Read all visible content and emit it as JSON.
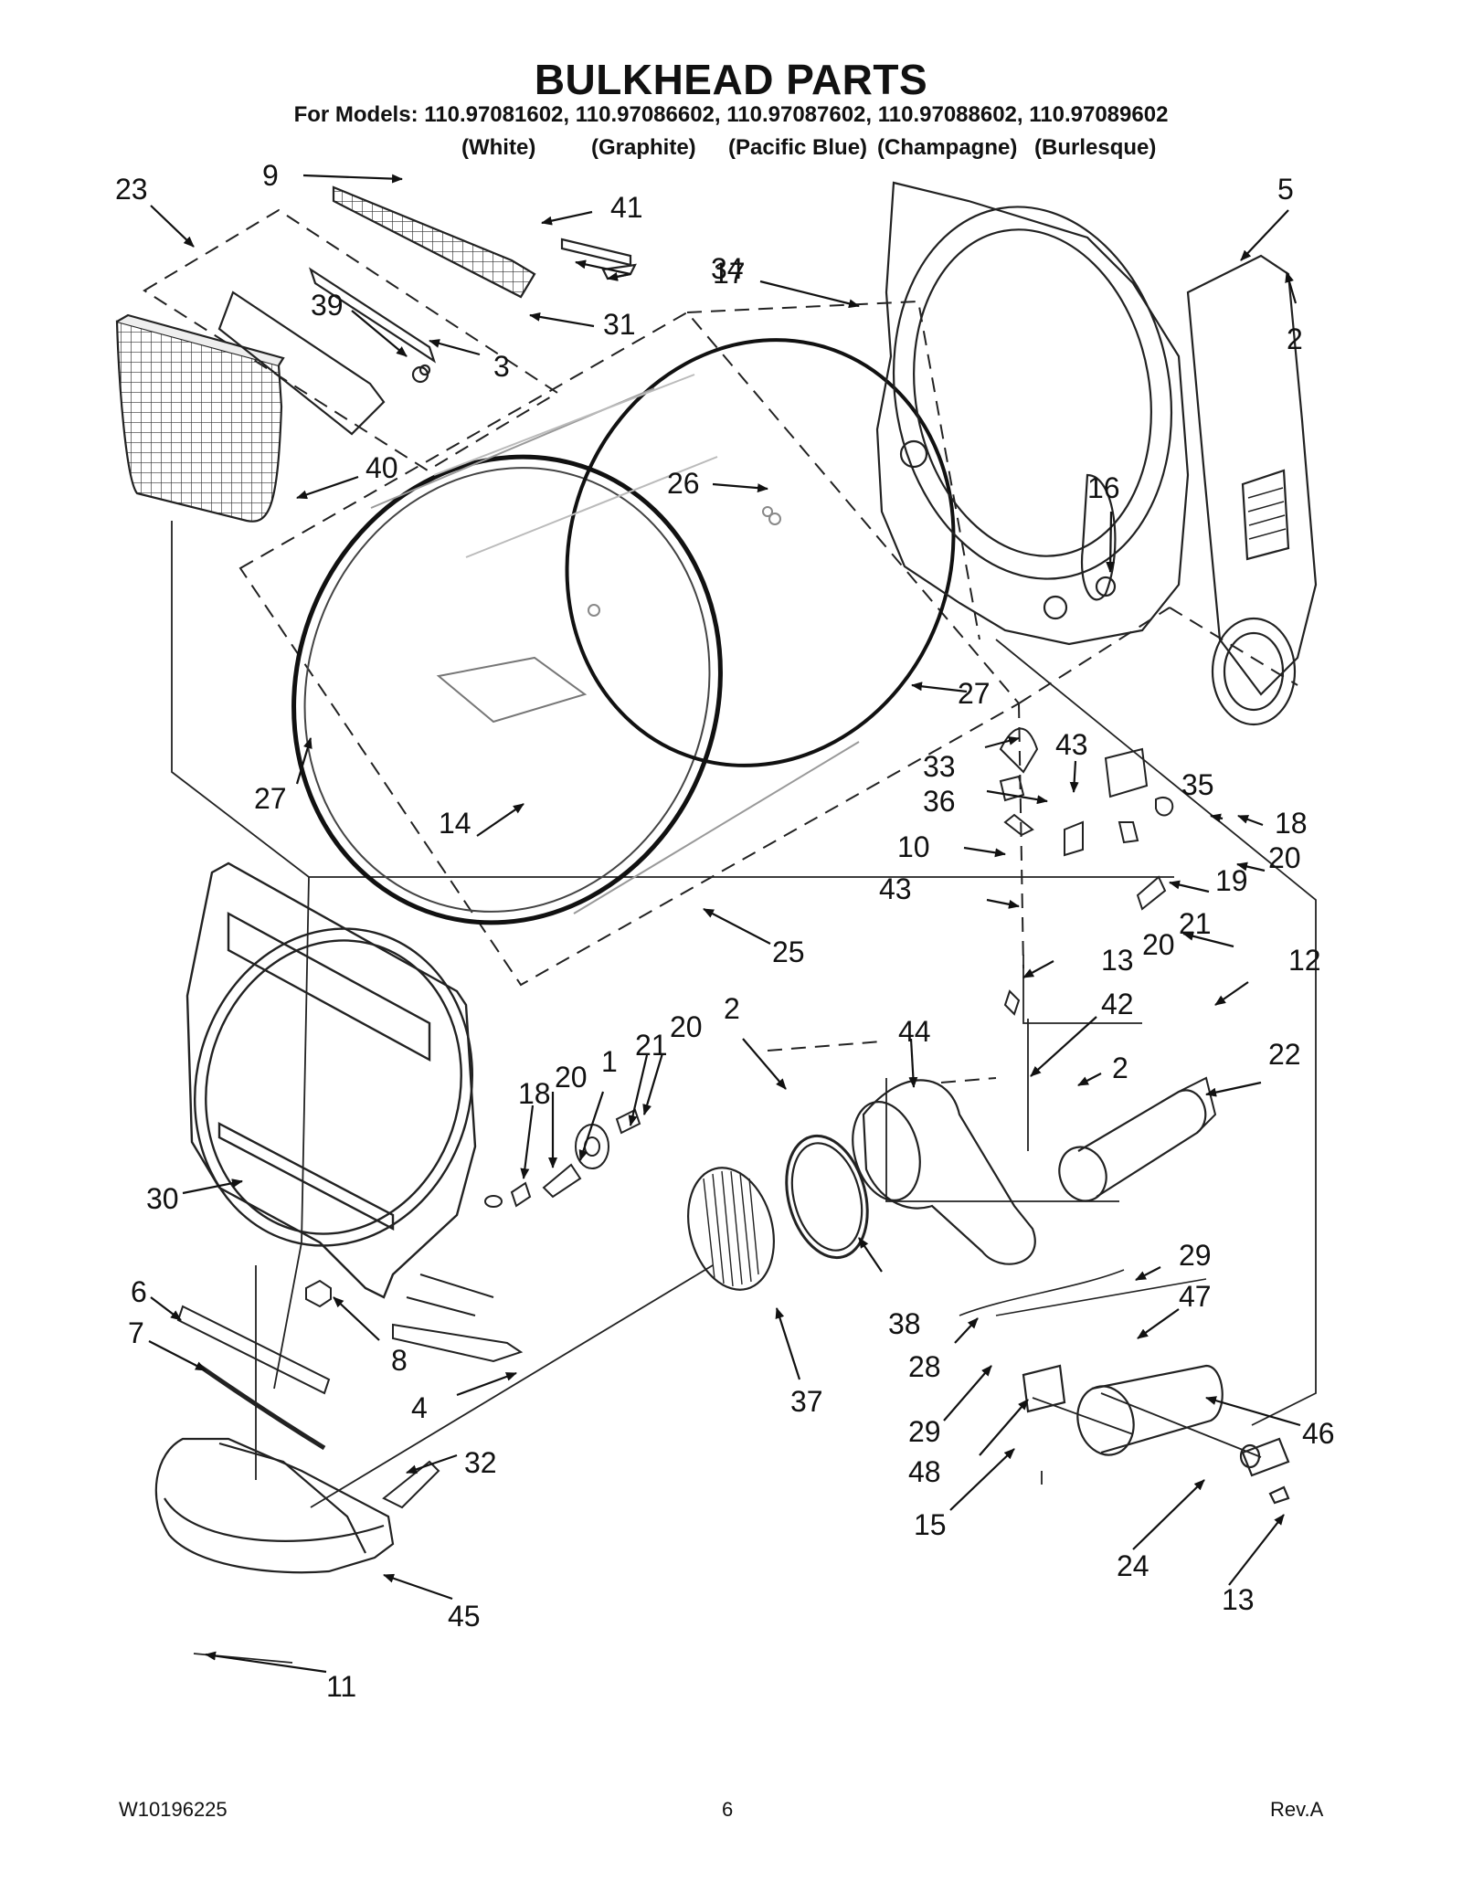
{
  "header": {
    "title": "BULKHEAD PARTS",
    "models_line": "For Models: 110.97081602, 110.97086602, 110.97087602, 110.97088602, 110.97089602",
    "colors": [
      "(White)",
      "(Graphite)",
      "(Pacific Blue)",
      "(Champagne)",
      "(Burlesque)"
    ]
  },
  "callouts": [
    "23",
    "9",
    "41",
    "34",
    "31",
    "39",
    "3",
    "40",
    "17",
    "5",
    "2",
    "26",
    "16",
    "27",
    "27",
    "14",
    "25",
    "33",
    "43",
    "35",
    "36",
    "18",
    "10",
    "20",
    "19",
    "43",
    "21",
    "20",
    "30",
    "18",
    "20",
    "1",
    "21",
    "20",
    "2",
    "44",
    "13",
    "42",
    "12",
    "2",
    "22",
    "6",
    "8",
    "7",
    "4",
    "37",
    "38",
    "28",
    "29",
    "47",
    "29",
    "48",
    "46",
    "32",
    "15",
    "24",
    "13",
    "45",
    "11"
  ],
  "footer": {
    "doc_number": "W10196225",
    "page_number": "6",
    "revision": "Rev.A"
  }
}
